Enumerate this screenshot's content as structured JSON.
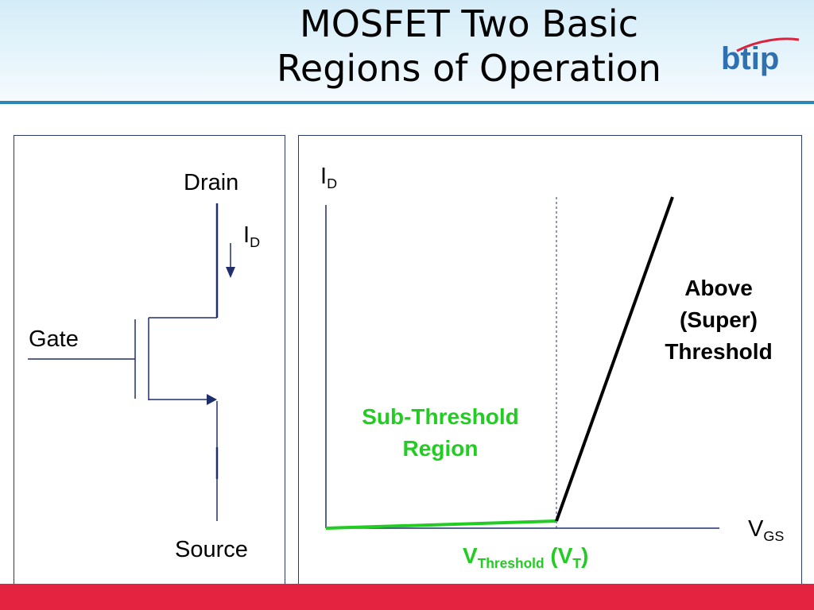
{
  "header": {
    "title_line1": "MOSFET Two Basic",
    "title_line2": "Regions of Operation",
    "logo": "btip"
  },
  "circuit": {
    "drain_label": "Drain",
    "gate_label": "Gate",
    "source_label": "Source",
    "current_label_main": "I",
    "current_label_sub": "D"
  },
  "graph": {
    "y_axis_main": "I",
    "y_axis_sub": "D",
    "x_axis_main": "V",
    "x_axis_sub": "GS",
    "above_line1": "Above",
    "above_line2": "(Super)",
    "above_line3": "Threshold",
    "sub_line1": "Sub-Threshold",
    "sub_line2": "Region",
    "vt_main": "V",
    "vt_sub": "Threshold",
    "vt_paren_open": " (V",
    "vt_paren_sub": "T",
    "vt_paren_close": ")",
    "colors": {
      "subthreshold": "#22cc22",
      "above": "#000000",
      "axis": "#1f2f6b"
    }
  },
  "footer": {
    "bar_color": "#e3233f"
  }
}
